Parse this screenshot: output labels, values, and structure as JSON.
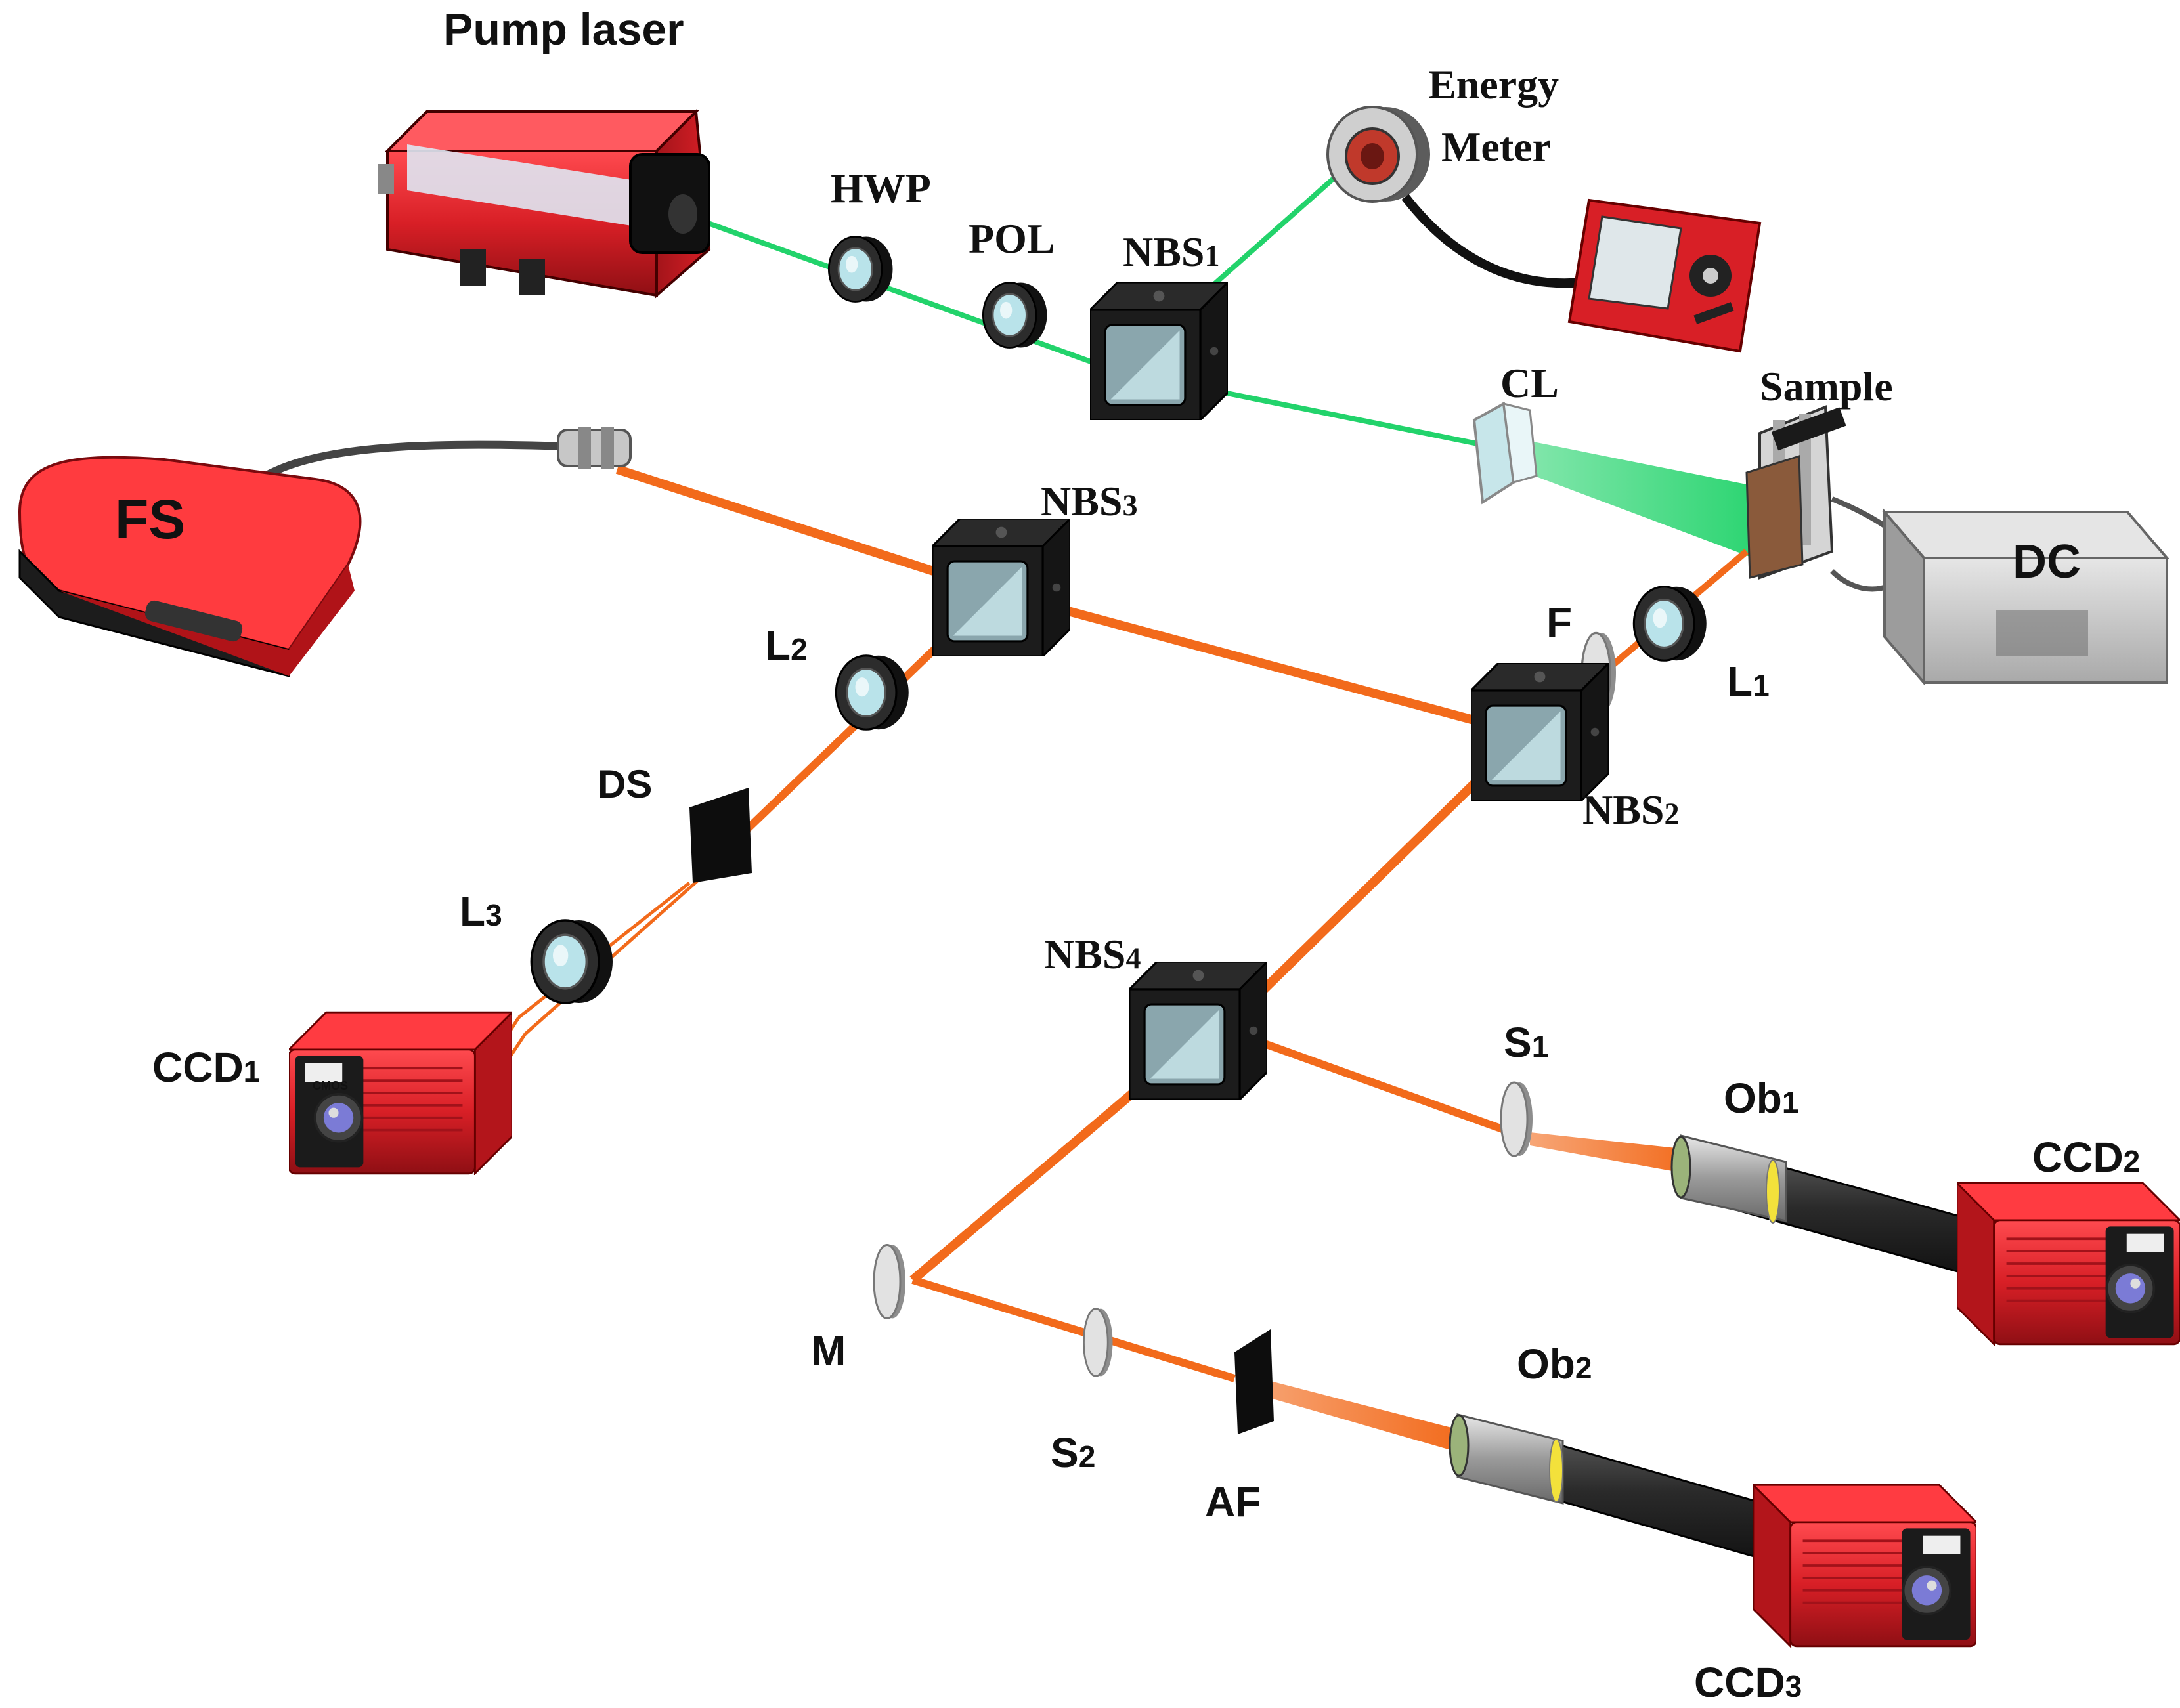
{
  "labels": {
    "pump_laser": "Pump laser",
    "energy_meter_line1": "Energy",
    "energy_meter_line2": "Meter",
    "hwp": "HWP",
    "pol": "POL",
    "nbs1": "NBS",
    "nbs1_sub": "1",
    "cl": "CL",
    "sample": "Sample",
    "fs": "FS",
    "nbs3": "NBS",
    "nbs3_sub": "3",
    "dc": "DC",
    "f": "F",
    "l1": "L",
    "l1_sub": "1",
    "l2": "L",
    "l2_sub": "2",
    "ds": "DS",
    "nbs2": "NBS",
    "nbs2_sub": "2",
    "l3": "L",
    "l3_sub": "3",
    "nbs4": "NBS",
    "nbs4_sub": "4",
    "ccd1": "CCD",
    "ccd1_sub": "1",
    "s1": "S",
    "s1_sub": "1",
    "ob1": "Ob",
    "ob1_sub": "1",
    "ccd2": "CCD",
    "ccd2_sub": "2",
    "m": "M",
    "s2": "S",
    "s2_sub": "2",
    "af": "AF",
    "ob2": "Ob",
    "ob2_sub": "2",
    "ccd3": "CCD",
    "ccd3_sub": "3",
    "camera_text": "CMOS"
  },
  "colors": {
    "pump_beam": "#22d36b",
    "probe_beam": "#f26a1b",
    "device_red": "#d81f26",
    "cube_black": "#1c1c1c",
    "lens_glass": "#b9e3ea",
    "dc_gray": "#c8c8c8"
  }
}
